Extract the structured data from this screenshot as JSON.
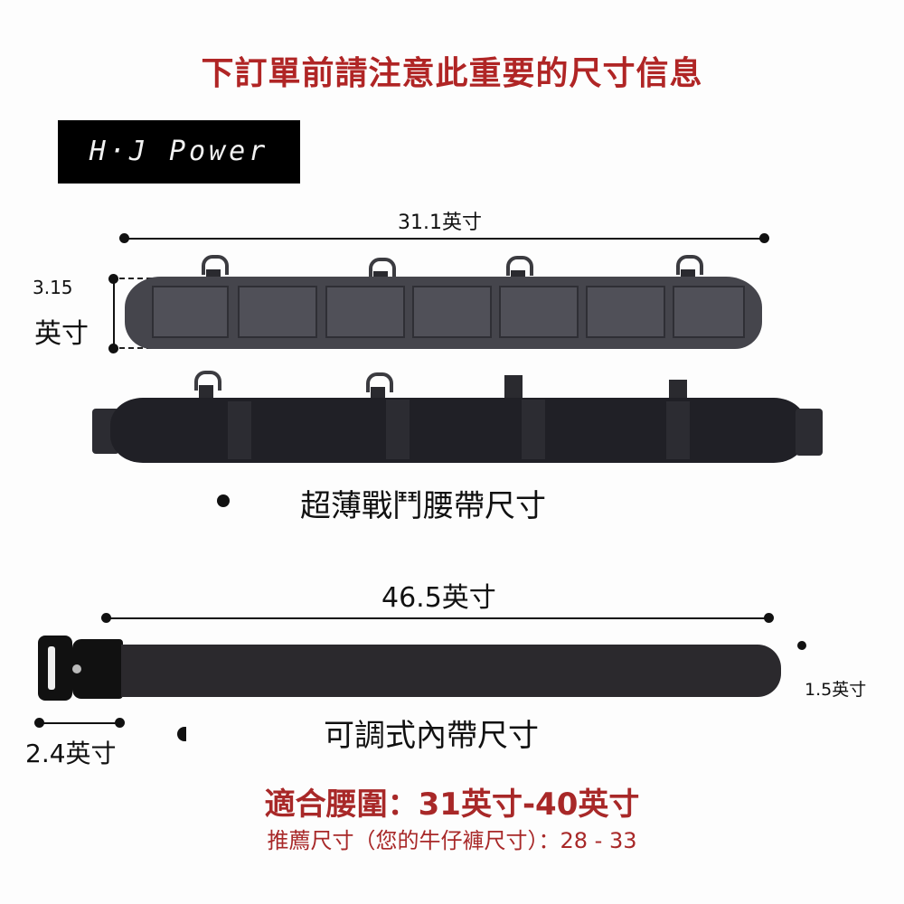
{
  "header": {
    "title": "下訂單前請注意此重要的尺寸信息",
    "brand": "H·J Power"
  },
  "padded_belt": {
    "length_label": "31.1英寸",
    "height_value": "3.15",
    "height_unit": "英寸",
    "d_rings": 4
  },
  "combat_belt": {
    "caption": "超薄戰鬥腰帶尺寸"
  },
  "inner_belt": {
    "length_label": "46.5英寸",
    "width_label": "1.5英寸",
    "buckle_label": "2.4英寸",
    "caption": "可調式內帶尺寸"
  },
  "fit_info": {
    "waist_fit": "適合腰圍：31英寸-40英寸",
    "recommended": "推薦尺寸（您的牛仔褲尺寸）：28 - 33"
  },
  "colors": {
    "title_red": "#b02525",
    "fit_red": "#a82828",
    "belt_dark": "#2b292d",
    "pad_gray": "#45454c"
  }
}
